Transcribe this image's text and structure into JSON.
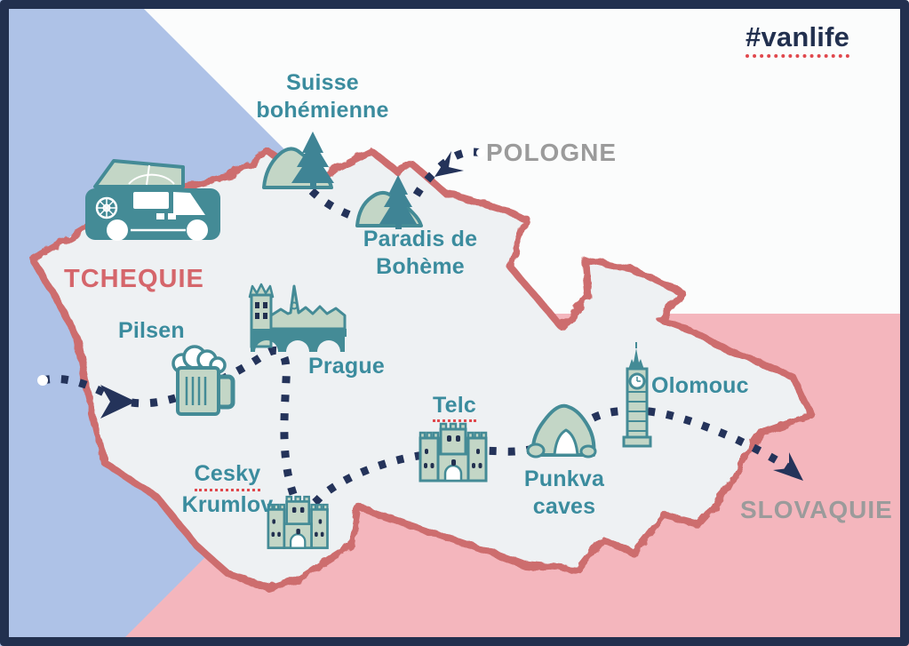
{
  "header": {
    "hashtag": "#vanlife"
  },
  "regions": {
    "home": "TCHEQUIE",
    "north_neighbor": "POLOGNE",
    "southeast_neighbor": "SLOVAQUIE"
  },
  "stops": {
    "suisse": {
      "line1": "Suisse",
      "line2": "bohémienne"
    },
    "paradis": {
      "line1": "Paradis de",
      "line2": "Bohème"
    },
    "pilsen": {
      "label": "Pilsen"
    },
    "prague": {
      "label": "Prague"
    },
    "krumlov": {
      "line1": "Cesky",
      "line2": "Krumlov"
    },
    "telc": {
      "label": "Telc"
    },
    "punkva": {
      "line1": "Punkva",
      "line2": "caves"
    },
    "olomouc": {
      "label": "Olomouc"
    }
  },
  "route": {
    "order": [
      "Pilsen",
      "Prague",
      "Cesky Krumlov",
      "Telc",
      "Punkva caves",
      "Olomouc"
    ],
    "entry_from": "POLOGNE",
    "exit_to": "SLOVAQUIE"
  },
  "colors": {
    "navy": "#22304f",
    "teal_label": "#3b8c9e",
    "icon_teal": "#448b96",
    "icon_fill": "#c3d6c6",
    "crayon_red": "#cd6d6e",
    "tchequie_red": "#d5666b",
    "flag_blue": "#aec2e7",
    "flag_pink": "#f4b6bd",
    "neighbor_gray": "#9b9b9b",
    "underline_red": "#e0484d",
    "map_fill": "#eef1f3"
  }
}
